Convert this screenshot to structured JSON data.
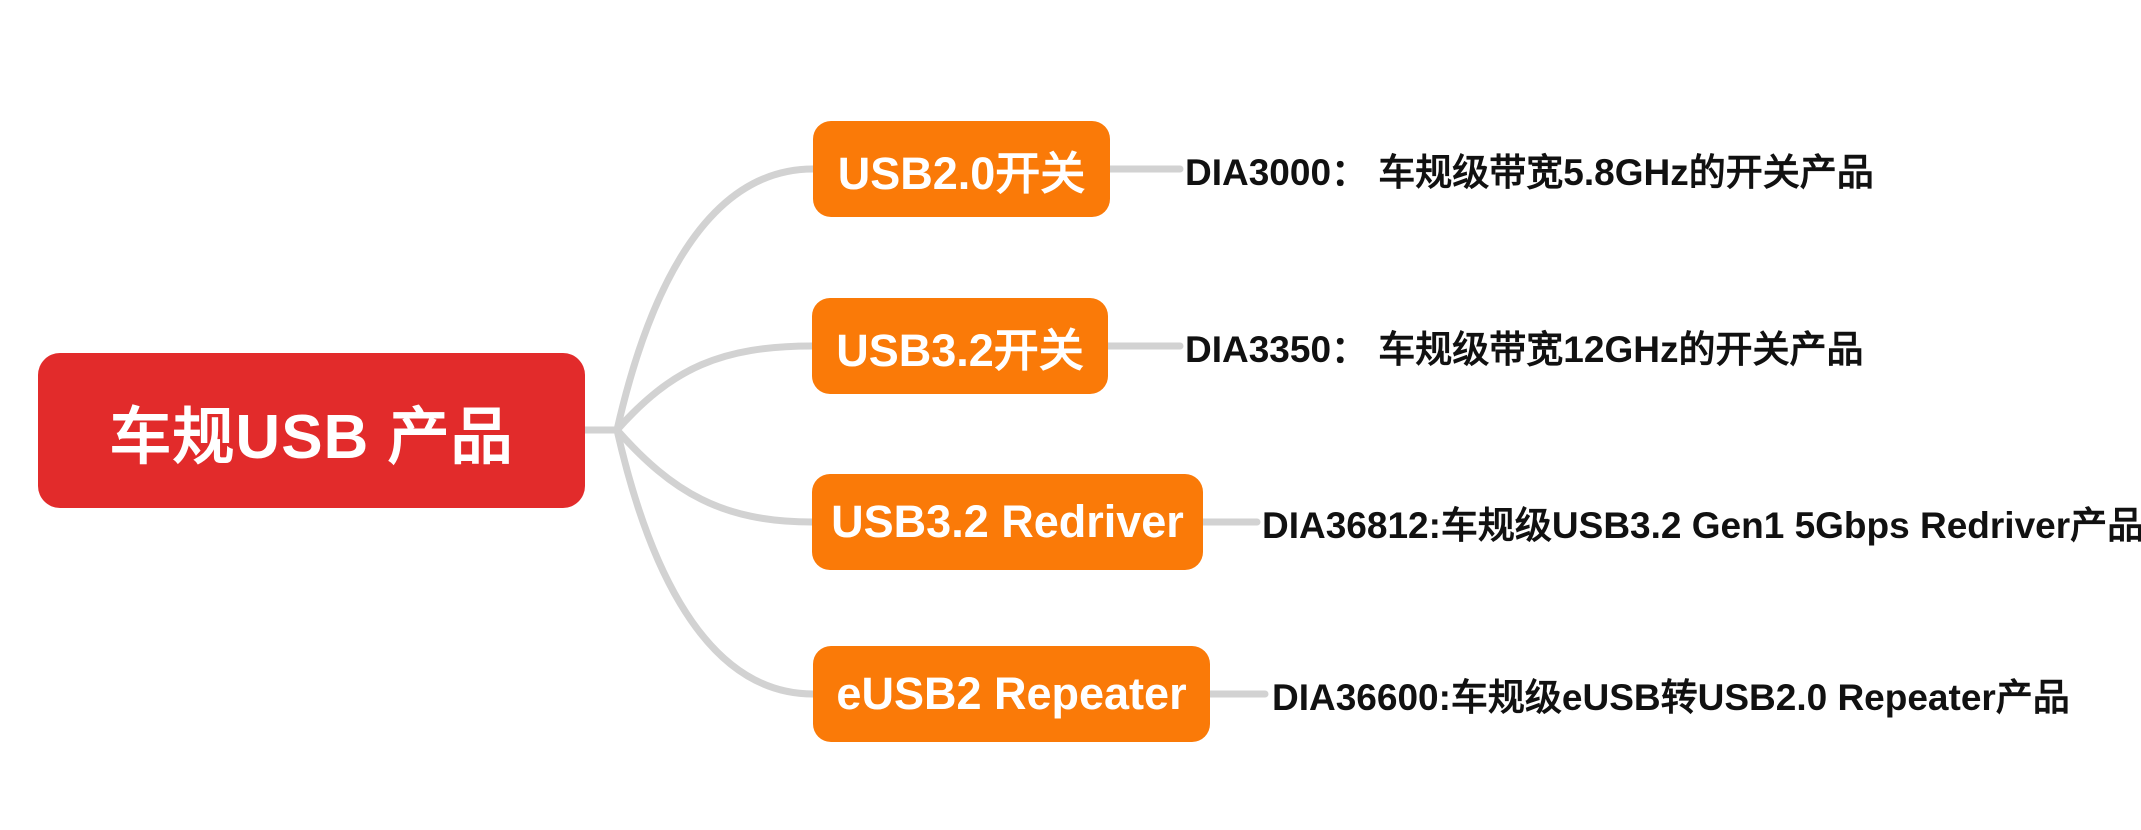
{
  "diagram": {
    "type": "mindmap",
    "background": "#ffffff",
    "colors": {
      "root_fill": "#e22b2b",
      "branch_fill": "#fa7a08",
      "node_text": "#ffffff",
      "connector": "#d2d2d2",
      "description_text": "#111111"
    },
    "root": {
      "label": "车规USB 产品"
    },
    "branches": [
      {
        "label": "USB2.0开关",
        "description": "DIA3000： 车规级带宽5.8GHz的开关产品"
      },
      {
        "label": "USB3.2开关",
        "description": "DIA3350： 车规级带宽12GHz的开关产品"
      },
      {
        "label": "USB3.2 Redriver",
        "description": "DIA36812:车规级USB3.2 Gen1 5Gbps Redriver产品"
      },
      {
        "label": "eUSB2 Repeater",
        "description": "DIA36600:车规级eUSB转USB2.0 Repeater产品"
      }
    ]
  }
}
